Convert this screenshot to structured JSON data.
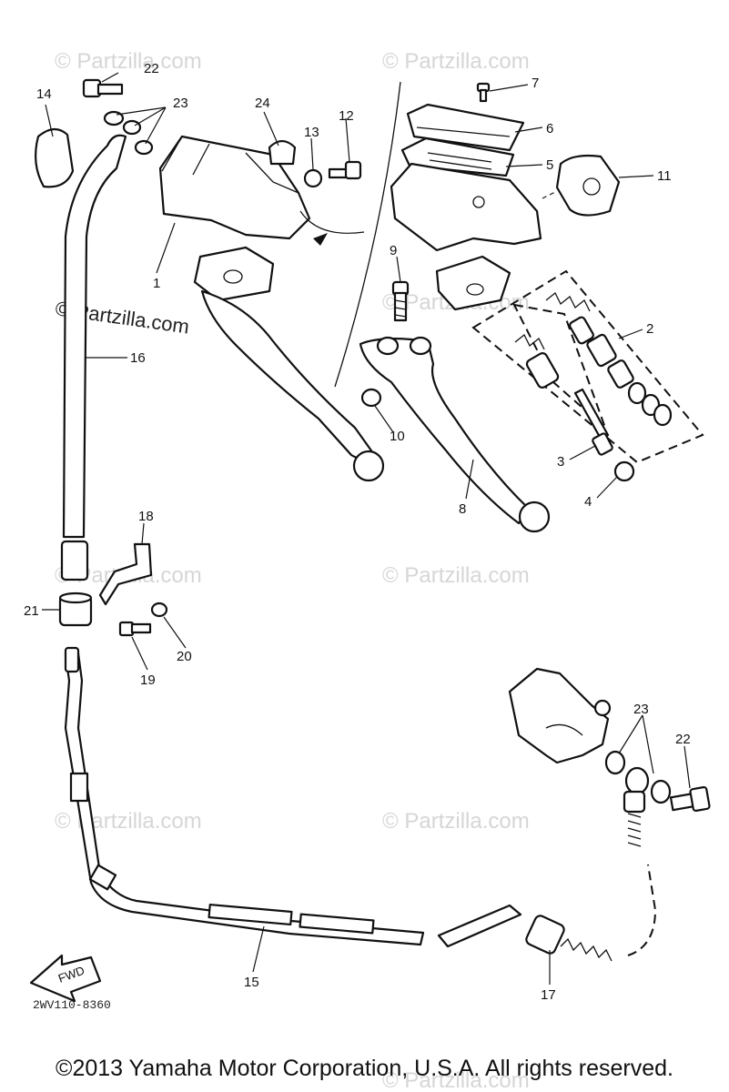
{
  "callouts": {
    "c1": "1",
    "c2": "2",
    "c3": "3",
    "c4": "4",
    "c5": "5",
    "c6": "6",
    "c7": "7",
    "c8": "8",
    "c9": "9",
    "c10": "10",
    "c11": "11",
    "c12": "12",
    "c13": "13",
    "c14": "14",
    "c15": "15",
    "c16": "16",
    "c17": "17",
    "c18": "18",
    "c19": "19",
    "c20": "20",
    "c21": "21",
    "c22a": "22",
    "c22b": "22",
    "c23a": "23",
    "c23b": "23",
    "c24": "24"
  },
  "watermark": {
    "text": "© Partzilla.com"
  },
  "fwd_label": "FWD",
  "diagram_code": "2WV110-8360",
  "copyright": "©2013 Yamaha Motor Corporation, U.S.A. All rights reserved."
}
